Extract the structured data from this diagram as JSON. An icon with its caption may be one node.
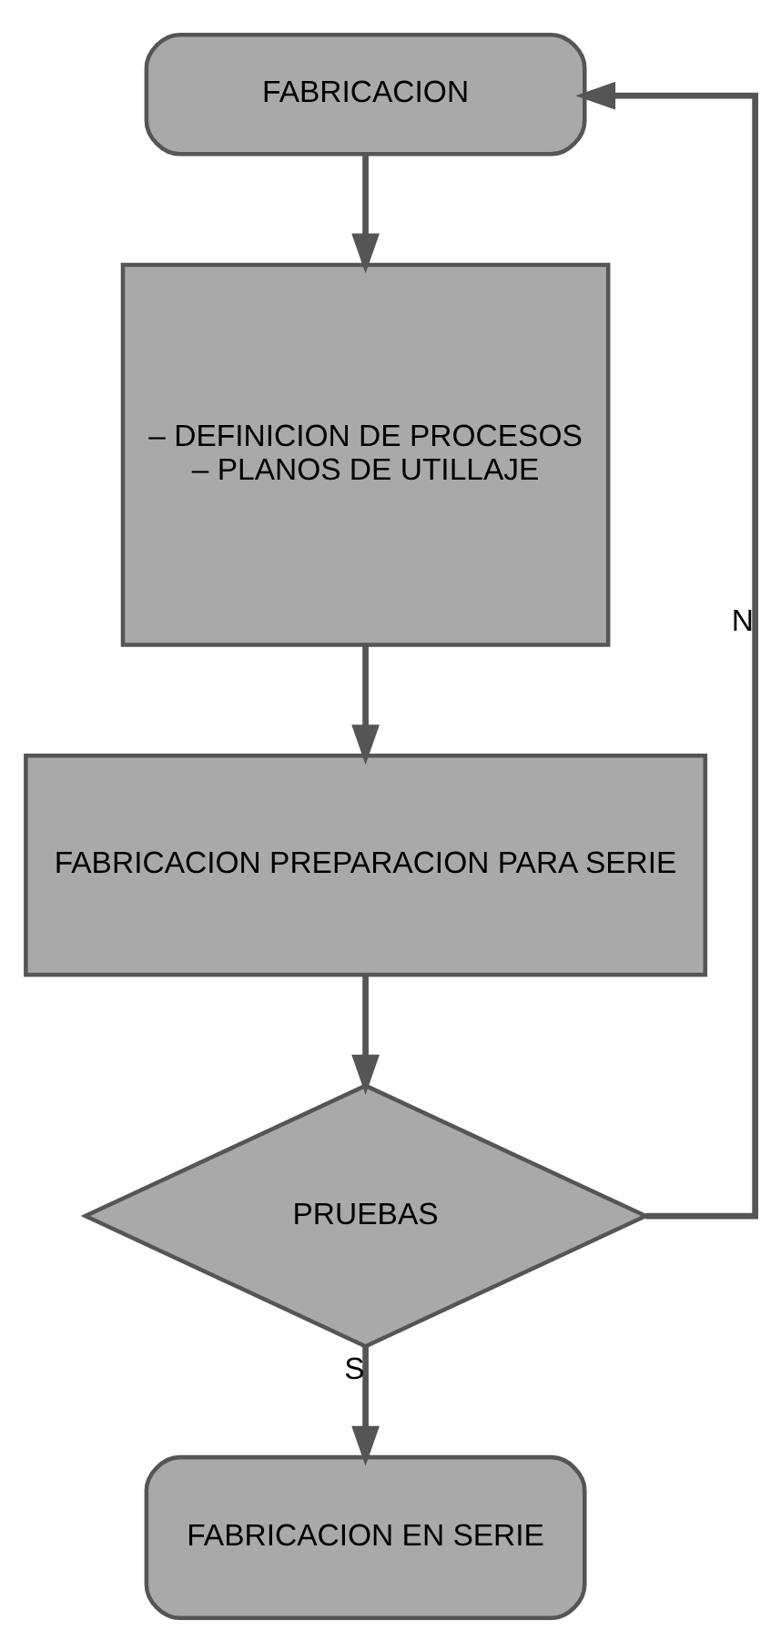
{
  "diagram": {
    "nodes": [
      {
        "text": [
          "FABRICACION"
        ]
      },
      {
        "text": [
          "– DEFINICION DE PROCESOS",
          "– PLANOS DE UTILLAJE"
        ]
      },
      {
        "text": [
          "FABRICACION PREPARACION PARA SERIE"
        ]
      },
      {
        "text": [
          "PRUEBAS"
        ]
      },
      {
        "text": [
          "FABRICACION EN SERIE"
        ]
      }
    ],
    "edges": [
      {
        "from": 0,
        "to": 1,
        "arrow": "to"
      },
      {
        "from": 1,
        "to": 2,
        "arrow": "to"
      },
      {
        "from": 2,
        "to": 3,
        "arrow": "to"
      },
      {
        "from": 3,
        "to": 4,
        "arrow": "to",
        "label": "S"
      },
      {
        "from": 3,
        "to": 0,
        "arrow": "to",
        "label": "N"
      }
    ]
  }
}
